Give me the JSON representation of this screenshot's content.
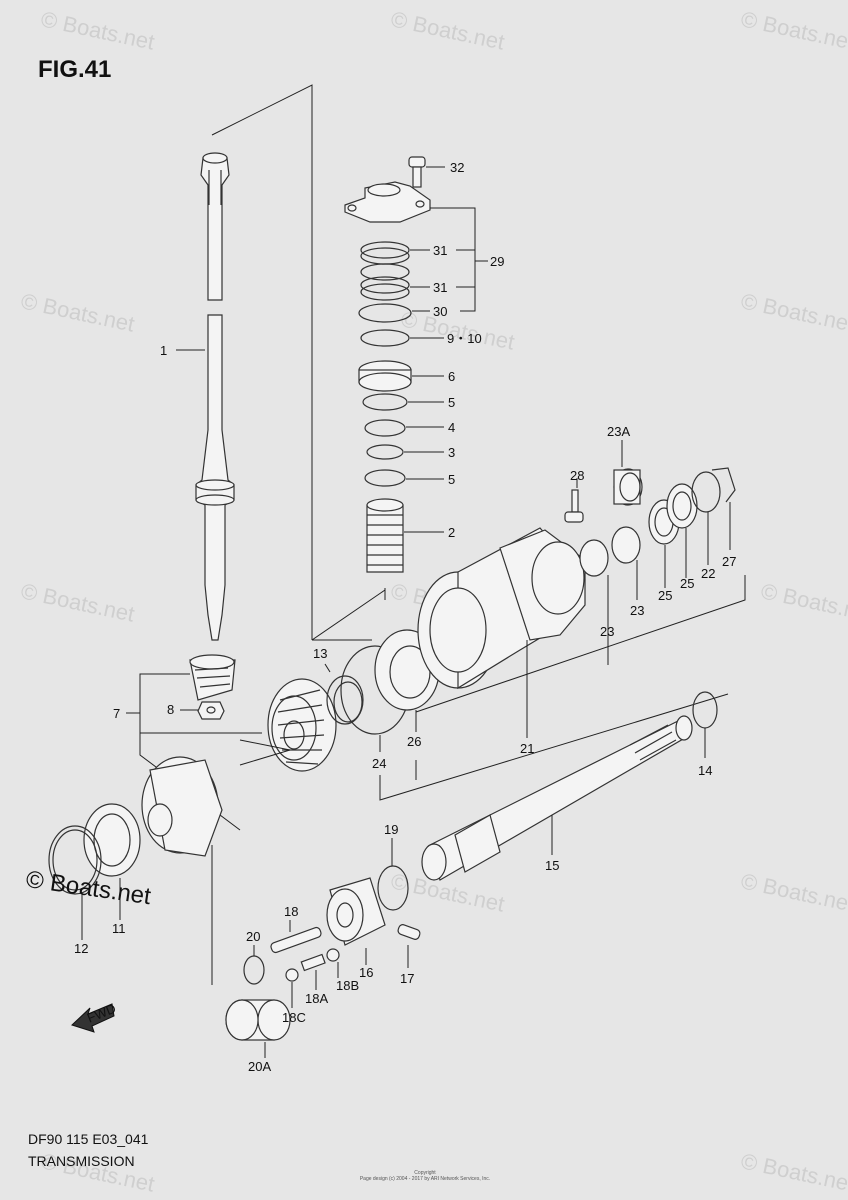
{
  "figure": {
    "title": "FIG.41",
    "code": "DF90 115 E03_041",
    "name": "TRANSMISSION",
    "copyright_lines": [
      "Copyright",
      "Page design (c) 2004 - 2017 by ARI Network Services, Inc."
    ],
    "big_watermark": "© Boats.net",
    "watermark": "© Boats.net"
  },
  "callouts": {
    "c1": "1",
    "c2": "2",
    "c3": "3",
    "c4": "4",
    "c5a": "5",
    "c5b": "5",
    "c6": "6",
    "c7": "7",
    "c8": "8",
    "c9_10": "9・10",
    "c11": "11",
    "c12": "12",
    "c13": "13",
    "c14": "14",
    "c15": "15",
    "c16": "16",
    "c17": "17",
    "c18": "18",
    "c18a": "18A",
    "c18b": "18B",
    "c18c": "18C",
    "c19": "19",
    "c20": "20",
    "c20a": "20A",
    "c21": "21",
    "c22": "22",
    "c23a": "23",
    "c23b": "23",
    "c23A": "23A",
    "c24": "24",
    "c25a": "25",
    "c25b": "25",
    "c26": "26",
    "c27": "27",
    "c28": "28",
    "c29": "29",
    "c30": "30",
    "c31a": "31",
    "c31b": "31",
    "c32": "32"
  },
  "fwd_label": "FWD"
}
